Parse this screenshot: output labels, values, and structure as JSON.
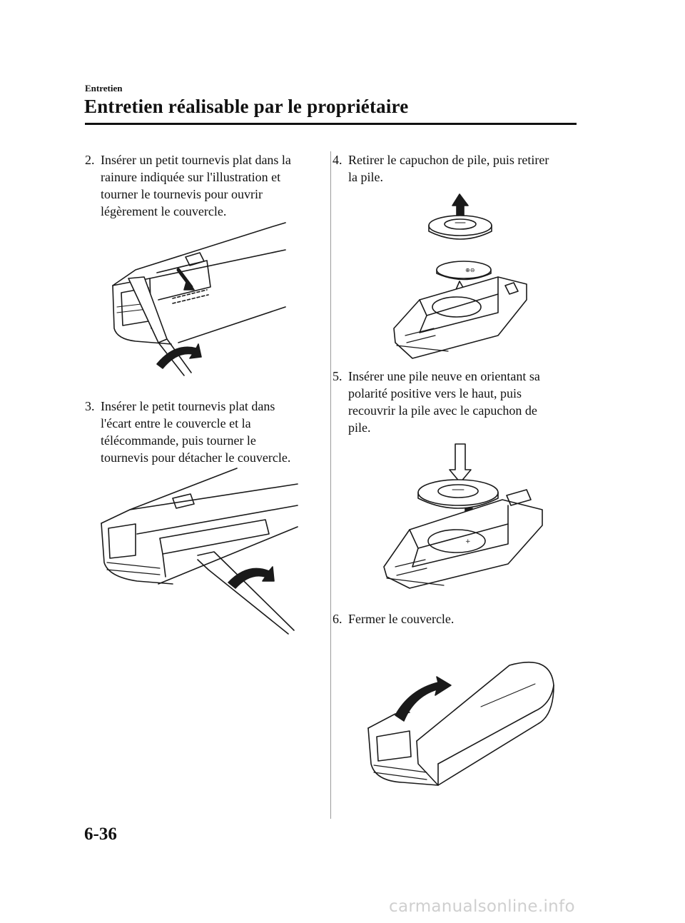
{
  "header": {
    "section": "Entretien",
    "title": "Entretien réalisable par le propriétaire"
  },
  "steps": [
    {
      "number": "2.",
      "lines": [
        "Insérer un petit tournevis plat dans la",
        "rainure indiquée sur l'illustration et",
        "tourner le tournevis pour ouvrir",
        "légèrement le couvercle."
      ]
    },
    {
      "number": "3.",
      "lines": [
        "Insérer le petit tournevis plat dans",
        "l'écart entre le couvercle et la",
        "télécommande, puis tourner le",
        "tournevis pour détacher le couvercle."
      ]
    },
    {
      "number": "4.",
      "lines": [
        "Retirer le capuchon de pile, puis retirer",
        "la pile."
      ]
    },
    {
      "number": "5.",
      "lines": [
        "Insérer une pile neuve en orientant sa",
        "polarité positive vers le haut, puis",
        "recouvrir la pile avec le capuchon de",
        "pile."
      ]
    },
    {
      "number": "6.",
      "lines": [
        "Fermer le couvercle."
      ]
    }
  ],
  "footer": {
    "page_number": "6-36",
    "watermark": "carmanualsonline.info"
  }
}
